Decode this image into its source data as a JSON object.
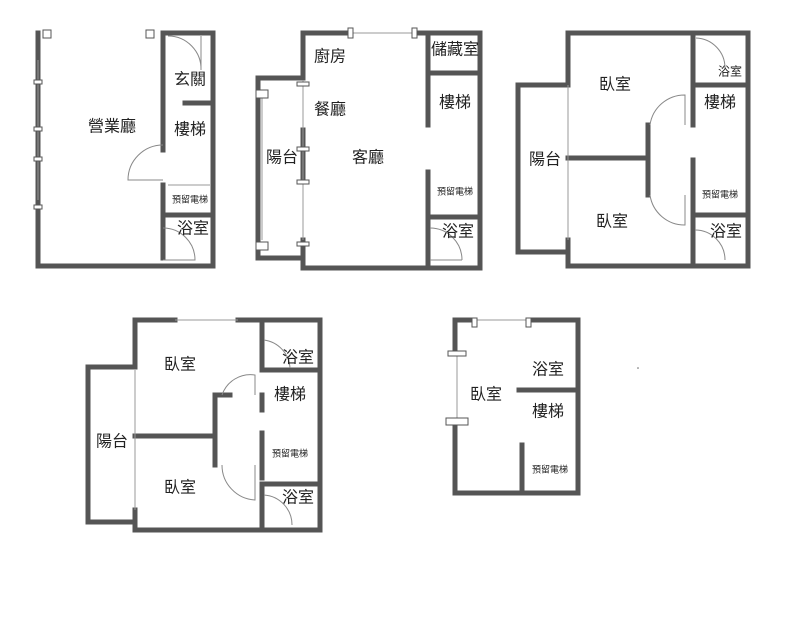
{
  "plans": [
    {
      "name": "floor-1",
      "rooms": [
        "營業廳",
        "玄關",
        "樓梯",
        "預留電梯",
        "浴室"
      ]
    },
    {
      "name": "floor-2",
      "rooms": [
        "廚房",
        "儲藏室",
        "餐廳",
        "樓梯",
        "陽台",
        "客廳",
        "預留電梯",
        "浴室"
      ]
    },
    {
      "name": "floor-3",
      "rooms": [
        "臥室",
        "浴室",
        "樓梯",
        "陽台",
        "預留電梯",
        "臥室",
        "浴室"
      ]
    },
    {
      "name": "floor-4",
      "rooms": [
        "臥室",
        "浴室",
        "樓梯",
        "陽台",
        "預留電梯",
        "臥室",
        "浴室"
      ]
    },
    {
      "name": "floor-5",
      "rooms": [
        "浴室",
        "臥室",
        "樓梯",
        "預留電梯"
      ]
    }
  ],
  "colors": {
    "wall": "#555555",
    "background": "#ffffff"
  }
}
